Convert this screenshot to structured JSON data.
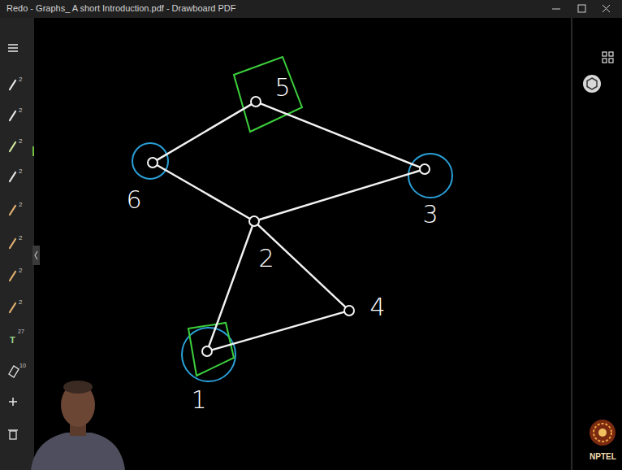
{
  "diagram": {
    "nodes": [
      {
        "text": [
          "5"
        ]
      },
      {
        "text": [
          "6"
        ]
      },
      {
        "text": [
          "3"
        ]
      },
      {
        "text": [
          "2"
        ]
      },
      {
        "text": [
          "4"
        ]
      },
      {
        "text": [
          "1"
        ]
      }
    ],
    "edges": [
      {
        "from": 1,
        "to": 0,
        "arrow": "none"
      },
      {
        "from": 0,
        "to": 2,
        "arrow": "none"
      },
      {
        "from": 1,
        "to": 3,
        "arrow": "none"
      },
      {
        "from": 3,
        "to": 2,
        "arrow": "none"
      },
      {
        "from": 3,
        "to": 5,
        "arrow": "none"
      },
      {
        "from": 3,
        "to": 4,
        "arrow": "none"
      },
      {
        "from": 5,
        "to": 4,
        "arrow": "none"
      }
    ],
    "labels": [
      "Redo - Graphs_ A short Introduction.pdf - Drawboard PDF",
      "2",
      "2",
      "2",
      "2",
      "2",
      "2",
      "2",
      "2",
      "T",
      "27",
      "10",
      "NPTEL"
    ]
  }
}
